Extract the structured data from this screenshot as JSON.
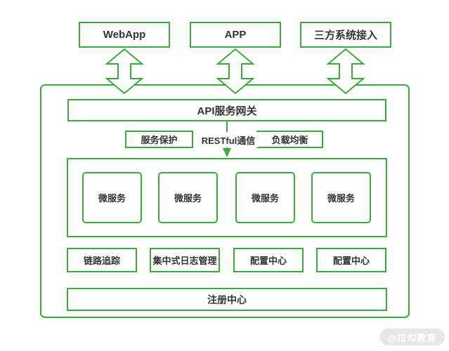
{
  "colors": {
    "green": "#3aab3a",
    "text": "#333333",
    "watermark_bg": "#e7e7e7",
    "watermark_text": "#ffffff"
  },
  "top_row": {
    "items": [
      {
        "label": "WebApp"
      },
      {
        "label": "APP"
      },
      {
        "label": "三方系统接入"
      }
    ]
  },
  "gateway": {
    "label": "API服务网关"
  },
  "middleware": {
    "service_protection": "服务保护",
    "communication": "RESTful通信",
    "load_balancing": "负载均衡"
  },
  "microservices": {
    "items": [
      {
        "label": "微服务"
      },
      {
        "label": "微服务"
      },
      {
        "label": "微服务"
      },
      {
        "label": "微服务"
      }
    ]
  },
  "support_row": {
    "items": [
      {
        "label": "链路追踪"
      },
      {
        "label": "集中式日志管理"
      },
      {
        "label": "配置中心"
      },
      {
        "label": "配置中心"
      }
    ]
  },
  "registry": {
    "label": "注册中心"
  },
  "watermark": {
    "label": "@拉勾教育"
  }
}
